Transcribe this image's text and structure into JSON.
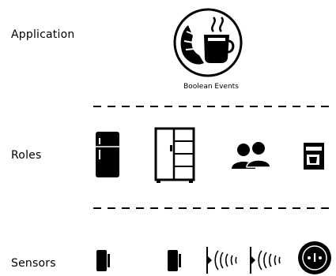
{
  "labels": {
    "application": "Application",
    "roles": "Roles",
    "sensors": "Sensors"
  },
  "application": {
    "caption": "Boolean Events",
    "icon": "croissant-coffee-icon"
  },
  "roles": [
    {
      "icon": "fridge-icon"
    },
    {
      "icon": "cupboard-icon"
    },
    {
      "icon": "people-icon"
    },
    {
      "icon": "coffee-machine-icon"
    }
  ],
  "sensors": [
    {
      "icon": "door-sensor-icon"
    },
    {
      "icon": "door-sensor-icon"
    },
    {
      "icon": "vibration-sensor-icon"
    },
    {
      "icon": "vibration-sensor-icon"
    },
    {
      "icon": "button-sensor-icon"
    }
  ],
  "colors": {
    "ink": "#000000",
    "background": "#ffffff"
  }
}
